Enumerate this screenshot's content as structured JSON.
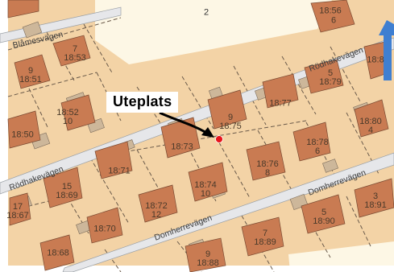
{
  "map": {
    "area_label": "2",
    "callout": "Uteplats",
    "colors": {
      "background": "#f3d3a6",
      "building": "#c97b52",
      "outbuilding": "#cdb79a",
      "road": "#e6e7ea",
      "open_area": "#fdf7e5",
      "boundary": "#6a5a4a",
      "marker": "#e8141c",
      "north_arrow": "#3f7fd1"
    },
    "roads": {
      "r1": "Blåmesvägen",
      "r2": "Rödhakevägen",
      "r3": "Rödhakevägen",
      "r4": "Domherrevägen",
      "r5": "Domherrevägen"
    },
    "parcels": [
      {
        "id": "p1",
        "line1": "",
        "line2": "18:56"
      },
      {
        "id": "p1b",
        "line1": "6",
        "line2": ""
      },
      {
        "id": "p2",
        "line1": "7",
        "line2": "18:53"
      },
      {
        "id": "p3",
        "line1": "9",
        "line2": "18:51"
      },
      {
        "id": "p4",
        "line1": "",
        "line2": "18:8"
      },
      {
        "id": "p5",
        "line1": "5",
        "line2": "18:79"
      },
      {
        "id": "p6",
        "line1": "",
        "line2": "18:77"
      },
      {
        "id": "p7",
        "line1": "18:52",
        "line2": "10"
      },
      {
        "id": "p8",
        "line1": "9",
        "line2": "18:75"
      },
      {
        "id": "p9",
        "line1": "",
        "line2": "18:50"
      },
      {
        "id": "p10",
        "line1": "18:80",
        "line2": "4"
      },
      {
        "id": "p11",
        "line1": "",
        "line2": "18:73"
      },
      {
        "id": "p12",
        "line1": "18:78",
        "line2": "6"
      },
      {
        "id": "p13",
        "line1": "",
        "line2": "18:71"
      },
      {
        "id": "p14",
        "line1": "18:76",
        "line2": "8"
      },
      {
        "id": "p15",
        "line1": "15",
        "line2": "18:69"
      },
      {
        "id": "p16",
        "line1": "18:74",
        "line2": "10"
      },
      {
        "id": "p17",
        "line1": "17",
        "line2": "18:67"
      },
      {
        "id": "p18",
        "line1": "18:72",
        "line2": "12"
      },
      {
        "id": "p19",
        "line1": "3",
        "line2": "18:91"
      },
      {
        "id": "p20",
        "line1": "5",
        "line2": "18:90"
      },
      {
        "id": "p21",
        "line1": "",
        "line2": "18:70"
      },
      {
        "id": "p22",
        "line1": "7",
        "line2": "18:89"
      },
      {
        "id": "p23",
        "line1": "",
        "line2": "18:68"
      },
      {
        "id": "p24",
        "line1": "9",
        "line2": "18:88"
      }
    ]
  }
}
